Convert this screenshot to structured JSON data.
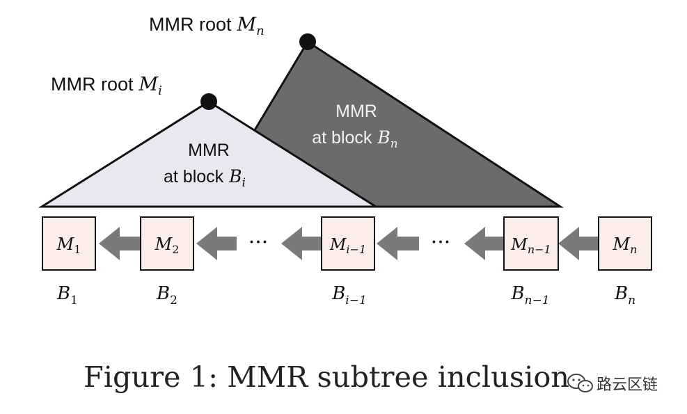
{
  "roots": {
    "outer": {
      "prefix": "MMR root",
      "symbol": "M",
      "subscript": "n"
    },
    "inner": {
      "prefix": "MMR root",
      "symbol": "M",
      "subscript": "i"
    }
  },
  "triangles": {
    "inner": {
      "line1": "MMR",
      "line2_prefix": "at block",
      "symbol": "B",
      "subscript": "i",
      "fill": "#e8e8f0"
    },
    "outer": {
      "line1": "MMR",
      "line2_prefix": "at block",
      "symbol": "B",
      "subscript": "n",
      "fill": "#6b6b6b"
    }
  },
  "blocks": [
    {
      "symbol": "M",
      "subscript": "1",
      "block_symbol": "B",
      "block_subscript": "1"
    },
    {
      "symbol": "M",
      "subscript": "2",
      "block_symbol": "B",
      "block_subscript": "2"
    },
    {
      "symbol": "M",
      "subscript": "i−1",
      "block_symbol": "B",
      "block_subscript": "i−1"
    },
    {
      "symbol": "M",
      "subscript": "n−1",
      "block_symbol": "B",
      "block_subscript": "n−1"
    },
    {
      "symbol": "M",
      "subscript": "n",
      "block_symbol": "B",
      "block_subscript": "n"
    }
  ],
  "ellipsis": "···",
  "colors": {
    "box_fill": "#fbeeea",
    "arrow": "#7a7a7a"
  },
  "caption": "Figure 1: MMR subtree inclusion",
  "watermark": "路云区链"
}
